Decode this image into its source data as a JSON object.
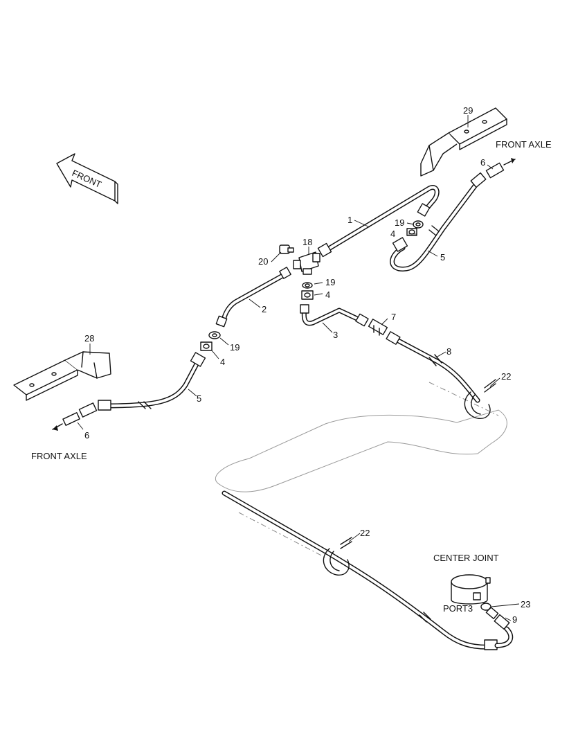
{
  "captions": {
    "front_axle_top": "FRONT AXLE",
    "front_axle_left": "FRONT AXLE",
    "center_joint": "CENTER JOINT",
    "port": "PORT3",
    "front_arrow": "FRONT"
  },
  "callouts": [
    {
      "id": "c29",
      "text": "29"
    },
    {
      "id": "c6a",
      "text": "6"
    },
    {
      "id": "c1",
      "text": "1"
    },
    {
      "id": "c19a",
      "text": "19"
    },
    {
      "id": "c4a",
      "text": "4"
    },
    {
      "id": "c5a",
      "text": "5"
    },
    {
      "id": "c18",
      "text": "18"
    },
    {
      "id": "c20",
      "text": "20"
    },
    {
      "id": "c19b",
      "text": "19"
    },
    {
      "id": "c4b",
      "text": "4"
    },
    {
      "id": "c2",
      "text": "2"
    },
    {
      "id": "c3",
      "text": "3"
    },
    {
      "id": "c7",
      "text": "7"
    },
    {
      "id": "c8",
      "text": "8"
    },
    {
      "id": "c22a",
      "text": "22"
    },
    {
      "id": "c28",
      "text": "28"
    },
    {
      "id": "c19c",
      "text": "19"
    },
    {
      "id": "c4c",
      "text": "4"
    },
    {
      "id": "c5b",
      "text": "5"
    },
    {
      "id": "c6b",
      "text": "6"
    },
    {
      "id": "c22b",
      "text": "22"
    },
    {
      "id": "c23",
      "text": "23"
    },
    {
      "id": "c9",
      "text": "9"
    }
  ]
}
